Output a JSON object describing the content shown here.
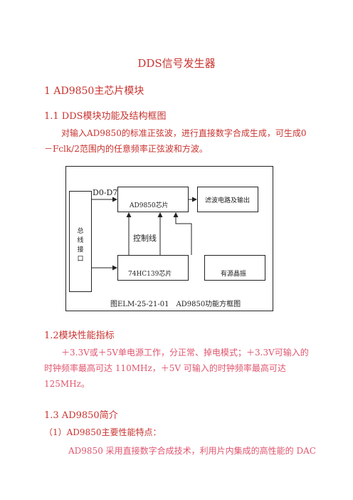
{
  "title": "DDS信号发生器",
  "section1": "1 AD9850主芯片模块",
  "section1_1": "1.1 DDS模块功能及结构框图",
  "para1": "对输入AD9850的标准正弦波，进行直接数字合成生成，可生成0－Fclk/2范围内的任意频率正弦波和方波。",
  "diagram": {
    "bus_label": "总线接口",
    "d_label": "D0-D7",
    "ad9850_label": "AD9850芯片",
    "filter_label": "滤波电路及输出",
    "control_label": "控制线",
    "hc139_label": "74HC139芯片",
    "crystal_label": "有源晶振",
    "caption": "图ELM-25-21-01　AD9850功能方框图"
  },
  "section1_2": "1.2模块性能指标",
  "para2": "＋3.3V或＋5V单电源工作，分正常、掉电模式；＋3.3V可输入的时钟频率最高可达 110MHz，＋5V 可输入的时钟频率最高可达125MHz。",
  "section1_3": "1.3 AD9850简介",
  "subsection1": "（1）AD9850主要性能特点：",
  "para3": "AD9850 采用直接数字合成技术，利用片内集成的高性能的 DAC"
}
